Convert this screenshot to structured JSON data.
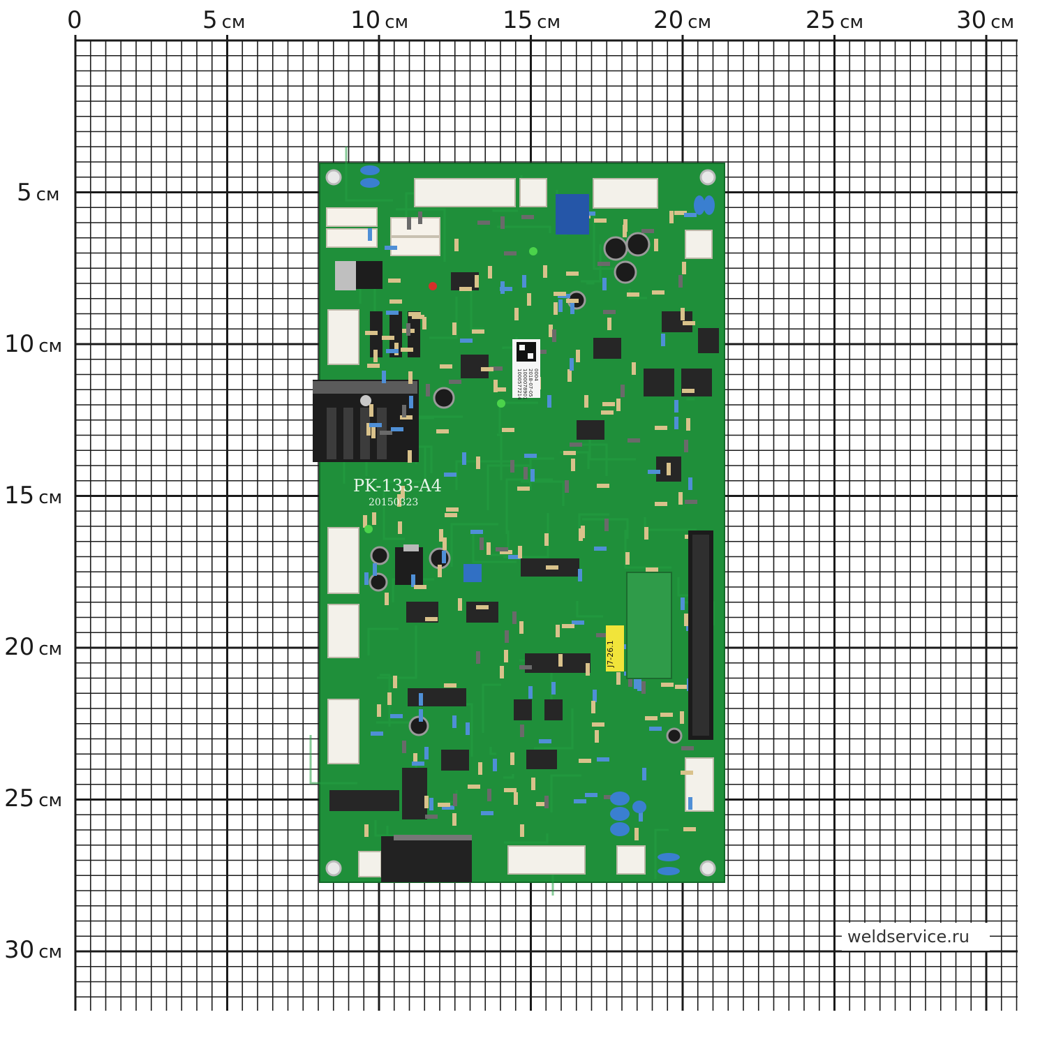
{
  "scale": {
    "unit": "см",
    "x_ticks": [
      "0",
      "5",
      "10",
      "15",
      "20",
      "25",
      "30"
    ],
    "y_ticks": [
      "5",
      "10",
      "15",
      "20",
      "25",
      "30"
    ]
  },
  "board": {
    "model": "PK-133-A4",
    "date_code": "20150323",
    "yellow_label": "J7-26.1",
    "sticker_lines": [
      "1000577214",
      "1000078901",
      "2018-07-05",
      "0004"
    ]
  },
  "watermark": "weldservice.ru",
  "colors": {
    "pcb": "#1f8f3a",
    "pcb_dark": "#17702c",
    "grid": "#1a1a1a",
    "capacitor_blue": "#3a7fd0",
    "connector": "#f3f1ea"
  }
}
